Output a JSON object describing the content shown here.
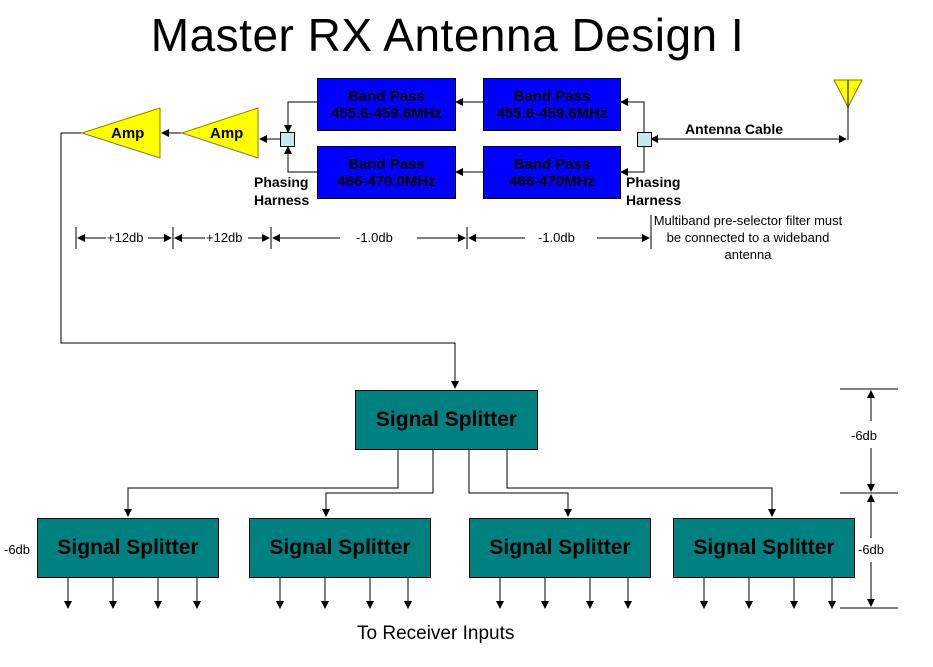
{
  "title": "Master RX Antenna Design I",
  "amps": [
    {
      "label": "Amp"
    },
    {
      "label": "Amp"
    }
  ],
  "bandpass": [
    {
      "name": "Band Pass",
      "freq": "455.6-459.6MHz"
    },
    {
      "name": "Band Pass",
      "freq": "455.6-459.6MHz"
    },
    {
      "name": "Band Pass",
      "freq": "466-470.0MHz"
    },
    {
      "name": "Band Pass",
      "freq": "466-470MHz"
    }
  ],
  "phasing_left": {
    "line1": "Phasing",
    "line2": "Harness"
  },
  "phasing_right": {
    "line1": "Phasing",
    "line2": "Harness"
  },
  "antenna_cable": "Antenna Cable",
  "gains": [
    "+12db",
    "+12db",
    "-1.0db",
    "-1.0db"
  ],
  "note": "Multiband pre-selector filter must be connected to a wideband antenna",
  "main_splitter": "Signal Splitter",
  "sub_splitters": [
    "Signal Splitter",
    "Signal Splitter",
    "Signal Splitter",
    "Signal Splitter"
  ],
  "losses": {
    "top": "-6db",
    "right": "-6db",
    "left": "-6db"
  },
  "footer": "To Receiver Inputs",
  "colors": {
    "bandpass": "#0000ff",
    "splitter": "#008080",
    "amp": "#ffff00",
    "harness": "#c7e7ef"
  }
}
